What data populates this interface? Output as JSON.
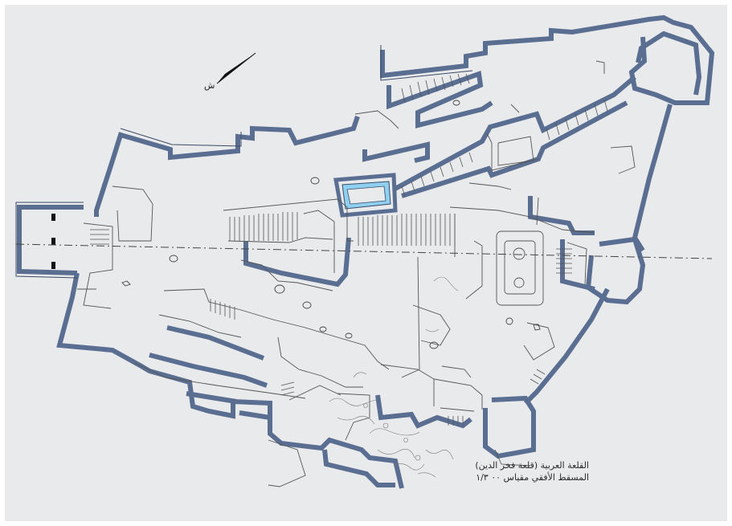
{
  "plan": {
    "north_label": "ش",
    "caption": {
      "line1": "القلعة العربية (قلعة فخر الدين)",
      "line2": "المسقط الأفقي مقياس ۰۰ ١/٣"
    }
  },
  "colors": {
    "background": "#e9eaec",
    "wall": "#5a6e91",
    "wall_outline": "#3b4a66",
    "thin_line": "#555555",
    "highlight": "#8fd0f0",
    "section_line": "#444444"
  }
}
